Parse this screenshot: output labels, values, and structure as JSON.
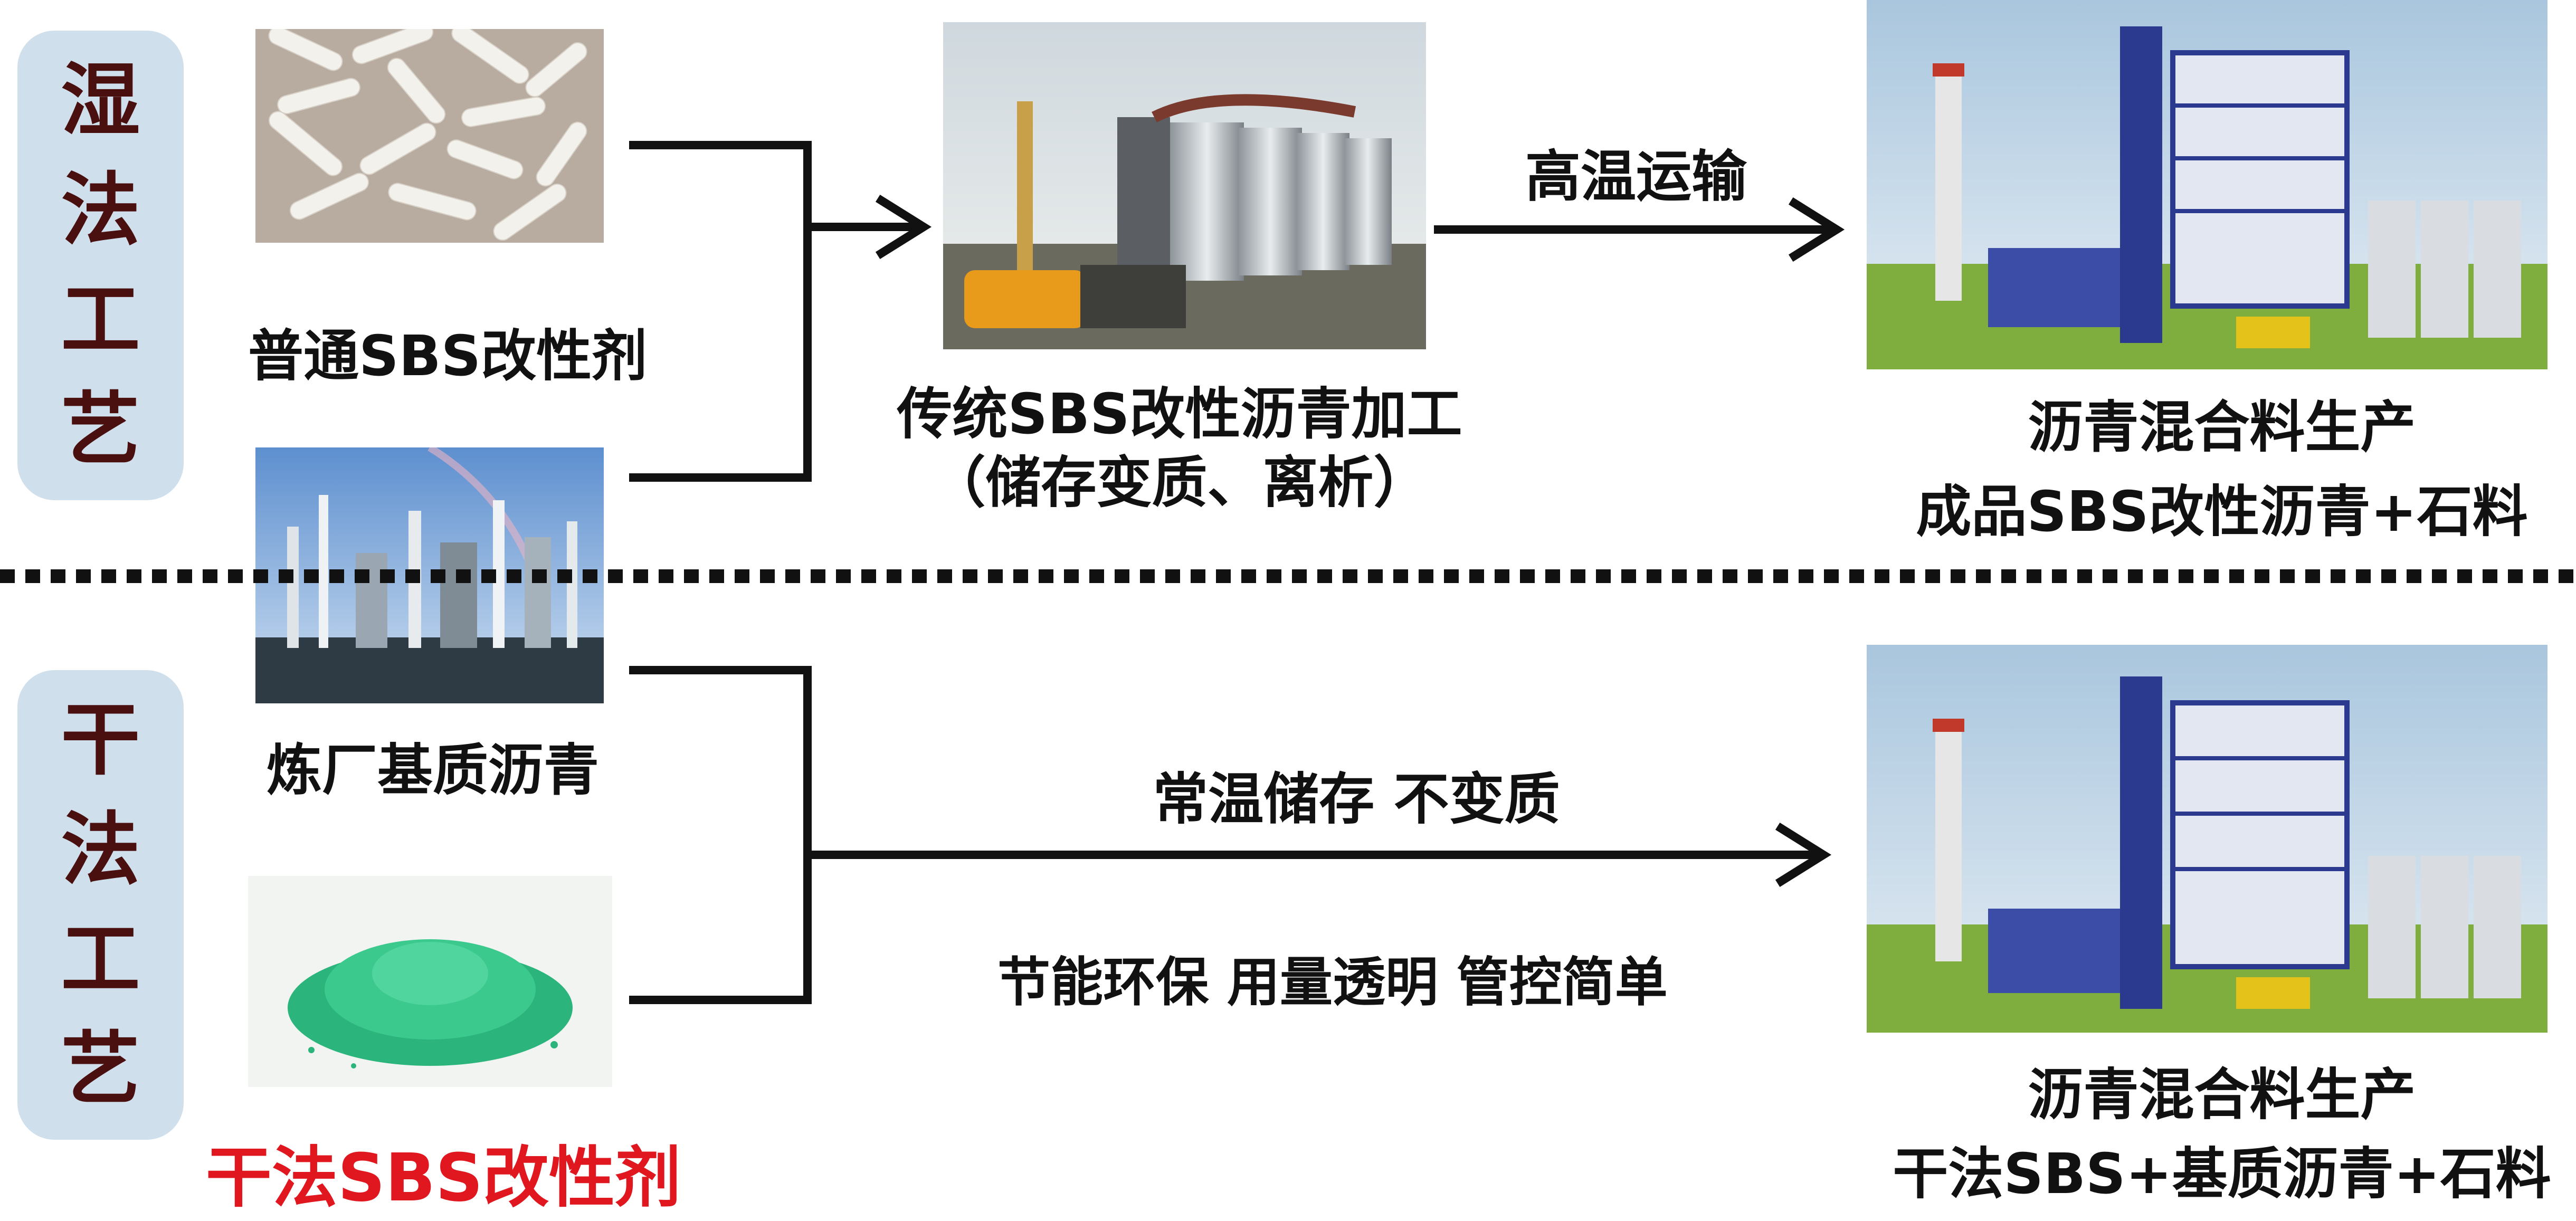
{
  "wet_process": {
    "label_chars": [
      "湿",
      "法",
      "工",
      "艺"
    ],
    "input_modifier": "普通SBS改性剂",
    "input_bitumen": "炼厂基质沥青",
    "processing_title": "传统SBS改性沥青加工",
    "processing_note": "（储存变质、离析）",
    "transport": "高温运输",
    "output_title": "沥青混合料生产",
    "output_product": "成品SBS改性沥青+石料"
  },
  "dry_process": {
    "label_chars": [
      "干",
      "法",
      "工",
      "艺"
    ],
    "storage": "常温储存  不变质",
    "benefits": "节能环保 用量透明  管控简单",
    "modifier": "干法SBS改性剂",
    "output_title": "沥青混合料生产",
    "output_product": "干法SBS+基质沥青+石料"
  },
  "colors": {
    "side_panel": "#cfe0ec",
    "side_text": "#4a0f0f",
    "highlight_red": "#e0171f",
    "line": "#111111"
  },
  "images": [
    "sbs-granules-photo",
    "asphalt-tank-plant-photo",
    "asphalt-mixing-plant-photo",
    "refinery-photo",
    "green-powder-photo"
  ]
}
